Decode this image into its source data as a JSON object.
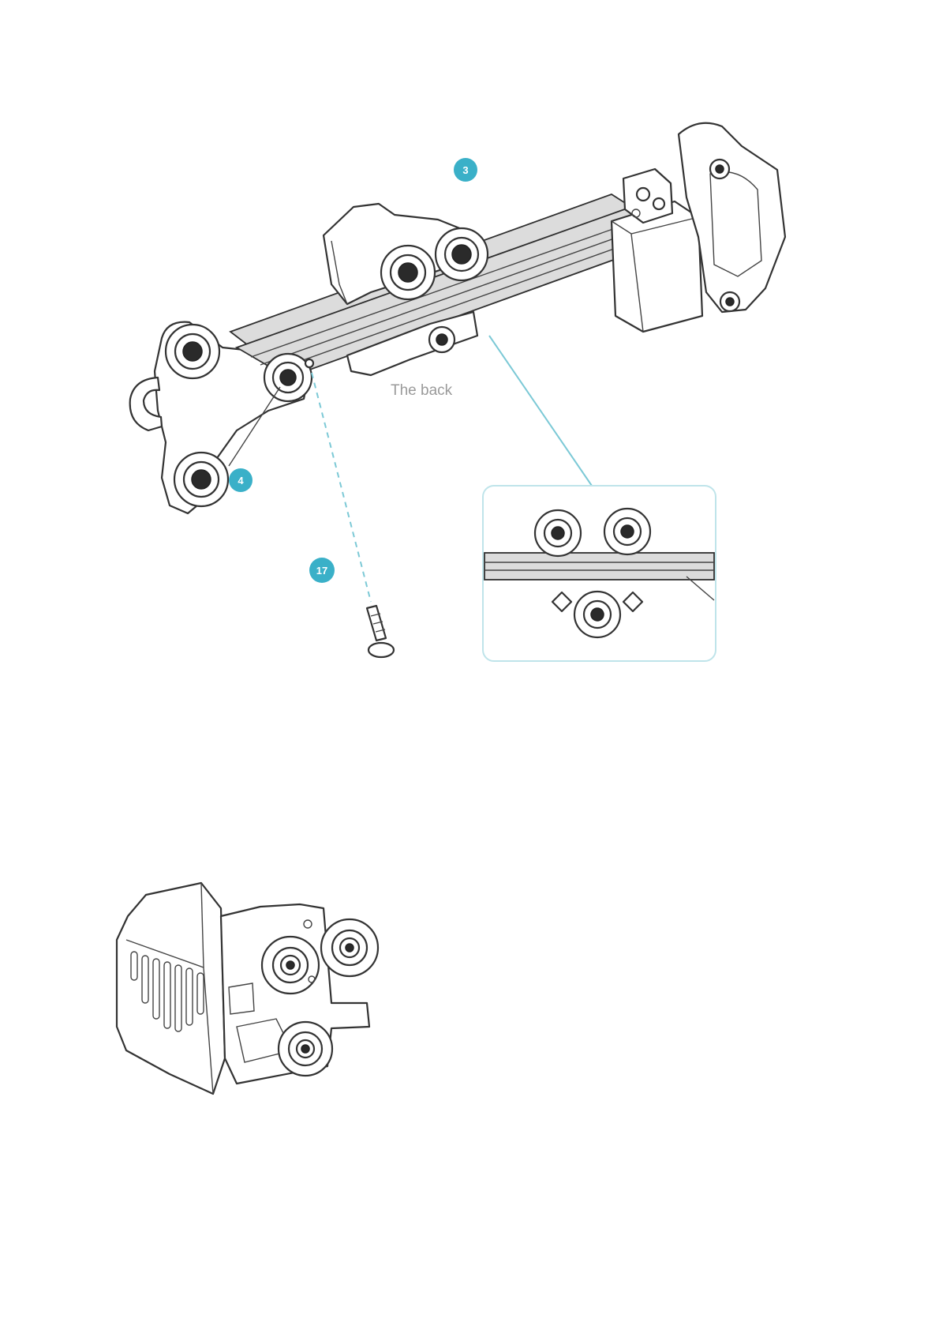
{
  "diagram_top": {
    "annotation_back": "The back",
    "callouts": [
      {
        "id": "callout-3",
        "text": "3"
      },
      {
        "id": "callout-4",
        "text": "4"
      },
      {
        "id": "callout-17",
        "text": "17"
      }
    ]
  },
  "colors": {
    "accent": "#3ab0c8",
    "leader": "#7cc9d6",
    "inset_border": "#bfe4ea",
    "line_art": "#333333"
  }
}
